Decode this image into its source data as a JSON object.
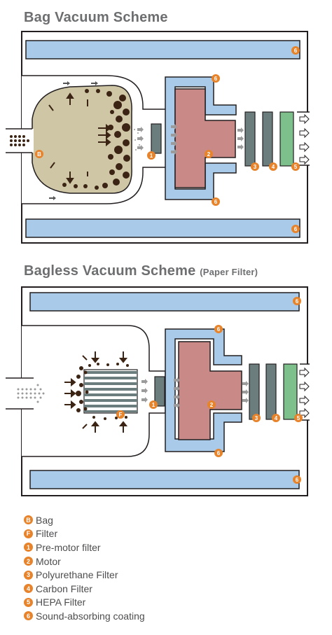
{
  "titles": {
    "bag": "Bag  Vacuum Scheme",
    "bagless": "Bagless Vacuum Scheme",
    "bagless_note": "(Paper Filter)"
  },
  "badges": {
    "bag": "B",
    "filter": "F",
    "pre_motor": "1",
    "motor": "2",
    "polyurethane": "3",
    "carbon": "4",
    "hepa": "5",
    "sound": "6"
  },
  "legend": [
    {
      "badge": "B",
      "label": "Bag"
    },
    {
      "badge": "F",
      "label": "Filter"
    },
    {
      "badge": "1",
      "label": "Pre-motor filter"
    },
    {
      "badge": "2",
      "label": "Motor"
    },
    {
      "badge": "3",
      "label": "Polyurethane Filter"
    },
    {
      "badge": "4",
      "label": "Carbon Filter"
    },
    {
      "badge": "5",
      "label": "HEPA Filter"
    },
    {
      "badge": "6",
      "label": "Sound-absorbing coating"
    }
  ],
  "colors": {
    "coating": "#a9cbe9",
    "motor": "#c98a87",
    "bag": "#cfc6a6",
    "pre_filter": "#6c7d7d",
    "hepa": "#7ec08b",
    "badge": "#e7832b",
    "outline": "#231f20"
  }
}
